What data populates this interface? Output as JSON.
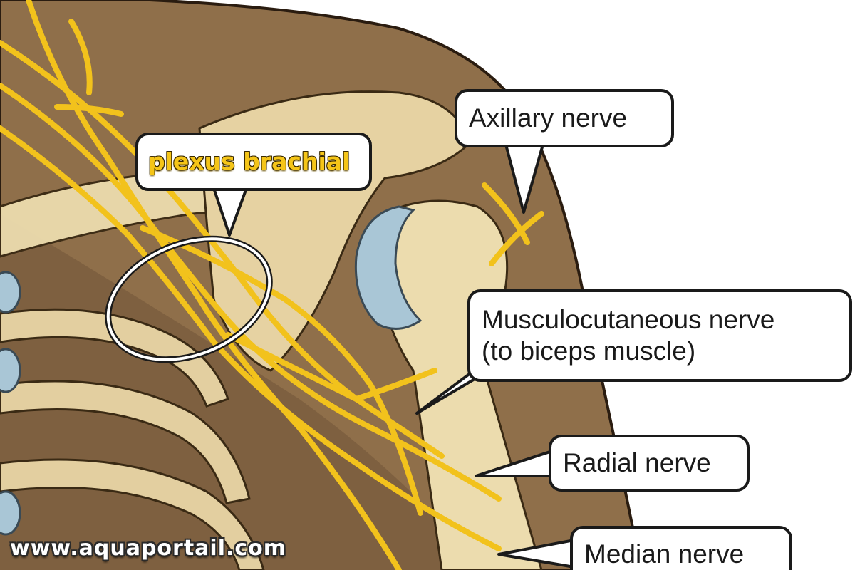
{
  "labels": {
    "plexus": "plexus brachial",
    "axillary": "Axillary nerve",
    "musculocutaneous_line1": "Musculocutaneous nerve",
    "musculocutaneous_line2": "(to biceps muscle)",
    "radial": "Radial nerve",
    "median": "Median nerve"
  },
  "watermark": "www.aquaportail.com",
  "colors": {
    "muscle": "#8f6f4a",
    "bone": "#e8d6a8",
    "nerve": "#f2c21c",
    "cartilage": "#a9c6d6",
    "outline": "#1a1a1a"
  }
}
